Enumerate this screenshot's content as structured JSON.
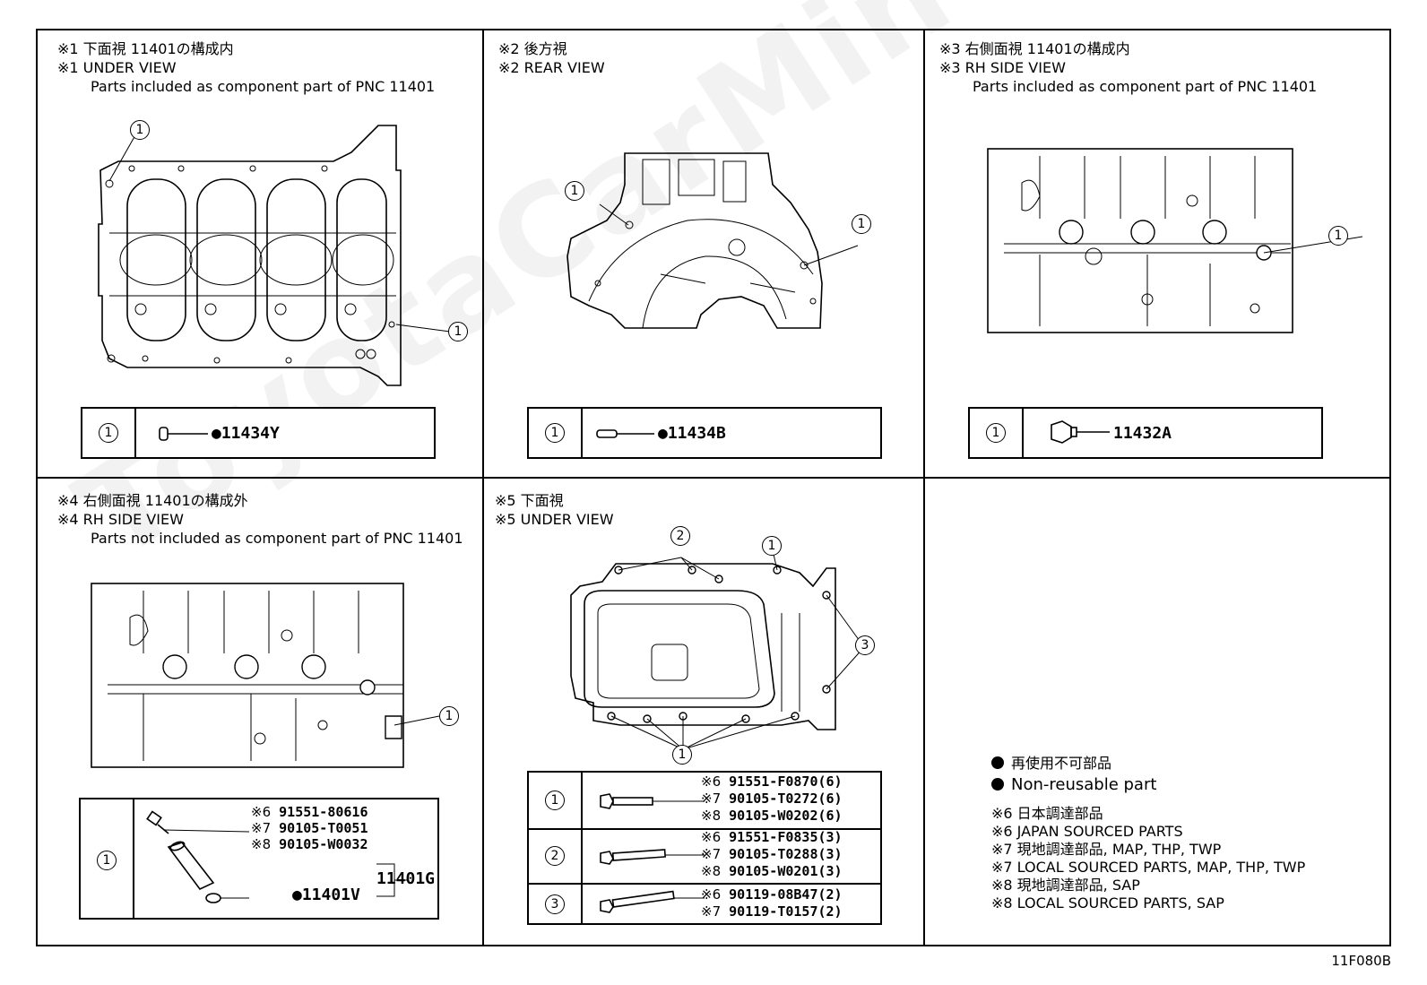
{
  "panels": [
    {
      "id": "p1",
      "line1": "※1  下面視 11401の構成内",
      "line2": "※1  UNDER VIEW",
      "line3": "Parts included as component part of PNC 11401",
      "callout": "1",
      "part_number": "●11434Y"
    },
    {
      "id": "p2",
      "line1": "※2  後方視",
      "line2": "※2  REAR VIEW",
      "callout": "1",
      "part_number": "●11434B"
    },
    {
      "id": "p3",
      "line1": "※3  右側面視 11401の構成内",
      "line2": "※3  RH SIDE VIEW",
      "line3": "Parts included as component part of PNC 11401",
      "callout": "1",
      "part_number": "11432A"
    },
    {
      "id": "p4",
      "line1": "※4  右側面視 11401の構成外",
      "line2": "※4  RH SIDE VIEW",
      "line3": "Parts not included as component part of PNC 11401",
      "callout": "1",
      "rows": [
        {
          "mark": "※6",
          "num": "91551-80616"
        },
        {
          "mark": "※7",
          "num": "90105-T0051"
        },
        {
          "mark": "※8",
          "num": "90105-W0032"
        }
      ],
      "sub_part": "●11401V",
      "assembly": "11401G"
    },
    {
      "id": "p5",
      "line1": "※5  下面視",
      "line2": "※5  UNDER VIEW",
      "callouts": [
        "1",
        "2",
        "3"
      ],
      "rows": [
        {
          "callout": "1",
          "items": [
            {
              "mark": "※6",
              "num": "91551-F0870(6)"
            },
            {
              "mark": "※7",
              "num": "90105-T0272(6)"
            },
            {
              "mark": "※8",
              "num": "90105-W0202(6)"
            }
          ]
        },
        {
          "callout": "2",
          "items": [
            {
              "mark": "※6",
              "num": "91551-F0835(3)"
            },
            {
              "mark": "※7",
              "num": "90105-T0288(3)"
            },
            {
              "mark": "※8",
              "num": "90105-W0201(3)"
            }
          ]
        },
        {
          "callout": "3",
          "items": [
            {
              "mark": "※6",
              "num": "90119-08B47(2)"
            },
            {
              "mark": "※7",
              "num": "90119-T0157(2)"
            }
          ]
        }
      ]
    }
  ],
  "legend": {
    "nonreusable_jp": "再使用不可部品",
    "nonreusable_en": "Non-reusable part",
    "notes": [
      "※6  日本調達部品",
      "※6  JAPAN SOURCED PARTS",
      "※7  現地調達部品, MAP, THP, TWP",
      "※7  LOCAL SOURCED PARTS, MAP, THP, TWP",
      "※8  現地調達部品, SAP",
      "※8  LOCAL SOURCED PARTS, SAP"
    ]
  },
  "reference_code": "11F080B",
  "watermark": "ToyotaCarMine.ru"
}
